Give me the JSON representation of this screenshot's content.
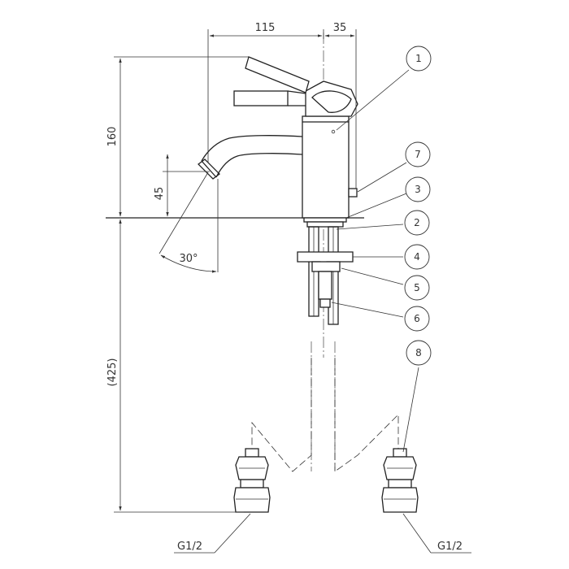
{
  "dimensions": {
    "width_spout": "115",
    "width_lever": "35",
    "height_total": "160",
    "height_spout": "45",
    "spout_angle": "30°",
    "below_counter": "(425)"
  },
  "thread_labels": {
    "left": "G1/2",
    "right": "G1/2"
  },
  "balloons": {
    "b1": "1",
    "b2": "2",
    "b3": "3",
    "b4": "4",
    "b5": "5",
    "b6": "6",
    "b7": "7",
    "b8": "8"
  }
}
